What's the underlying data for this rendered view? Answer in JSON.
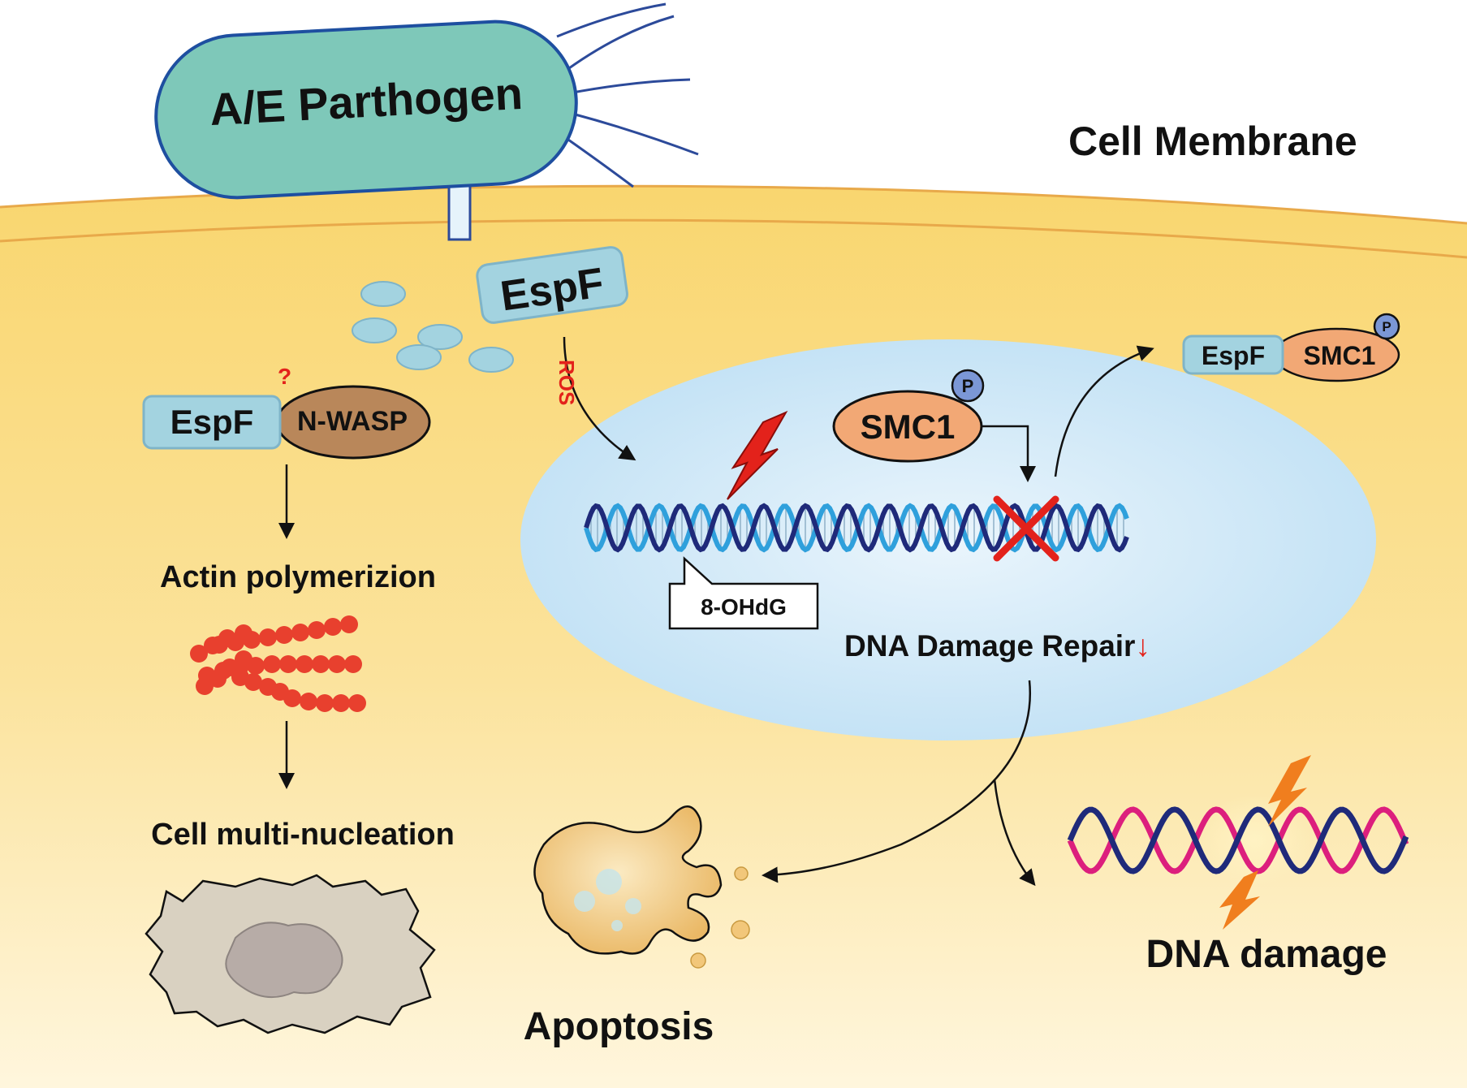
{
  "labels": {
    "pathogen": "A/E Parthogen",
    "membrane": "Cell Membrane",
    "espf_main": "EspF",
    "ros": "ROS",
    "question": "?",
    "espf_left": "EspF",
    "nwasp": "N-WASP",
    "actin": "Actin polymerizion",
    "multinucleation": "Cell multi-nucleation",
    "smc1": "SMC1",
    "phospho": "P",
    "espf_right": "EspF",
    "smc1_right": "SMC1",
    "phospho_right": "P",
    "ohdg": "8-OHdG",
    "repair": "DNA Damage Repair",
    "repair_arrow": "↓",
    "apoptosis": "Apoptosis",
    "dna_damage": "DNA damage"
  },
  "colors": {
    "membrane_line": "#e8a94a",
    "cytoplasm_top": "#f9d66f",
    "cytoplasm_bottom": "#fff6dd",
    "pathogen_fill": "#7ec8b9",
    "espf_fill": "#a3d3e0",
    "nwasp_fill": "#b9875a",
    "smc1_fill": "#f2a875",
    "nucleus_fill": "#cfe8f7",
    "phospho_fill": "#7b97d6",
    "actin_fill": "#e8402e",
    "alert_red": "#e3221b",
    "dna_dark": "#1f2a7a",
    "dna_light": "#2fa0dc",
    "dna_pink": "#dc1f7d",
    "lightning_orange": "#f07e1e",
    "apoptotic_cell": "#f2c77a",
    "multinucleated_cell": "#d9d1c1"
  }
}
